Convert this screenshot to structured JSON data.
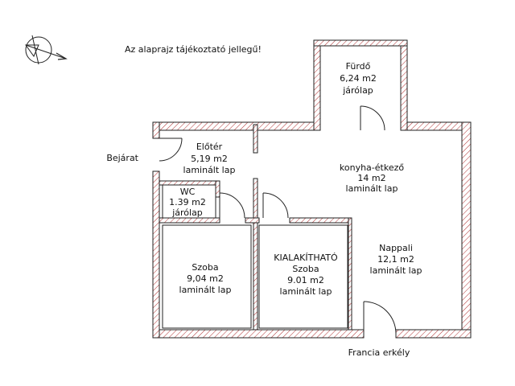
{
  "note": "Az alaprajz tájékoztató jellegű!",
  "entrance_label": "Bejárat",
  "balcony_label": "Francia erkély",
  "rooms": {
    "furdo": {
      "name": "Fürdő",
      "area": "6,24 m2",
      "floor": "járólap"
    },
    "eloter": {
      "name": "Előtér",
      "area": "5,19 m2",
      "floor": "laminált lap"
    },
    "wc": {
      "name": "WC",
      "area": "1.39 m2",
      "floor": "járólap"
    },
    "konyha": {
      "name": "konyha-étkező",
      "area": "14 m2",
      "floor": "laminált lap"
    },
    "szoba1": {
      "name": "Szoba",
      "area": "9,04 m2",
      "floor": "laminált lap"
    },
    "szoba2": {
      "name_line1": "KIALAKÍTHATÓ",
      "name_line2": "Szoba",
      "area": "9.01 m2",
      "floor": "laminált lap"
    },
    "nappali": {
      "name": "Nappali",
      "area": "12,1 m2",
      "floor": "laminált lap"
    }
  }
}
